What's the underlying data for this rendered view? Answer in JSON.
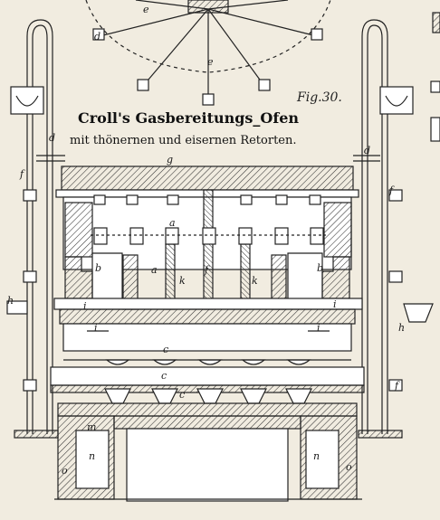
{
  "figure": {
    "fig_label": "Fig.30.",
    "title": "Croll's Gasbereitungs_Ofen",
    "subtitle": "mit thönernen und eisernen Retorten."
  },
  "labels": {
    "a": "a",
    "b": "b",
    "c": "c",
    "d": "d",
    "e": "e",
    "f": "f",
    "g": "g",
    "h": "h",
    "i": "i",
    "k": "k",
    "m": "m",
    "n": "n",
    "o": "o"
  }
}
